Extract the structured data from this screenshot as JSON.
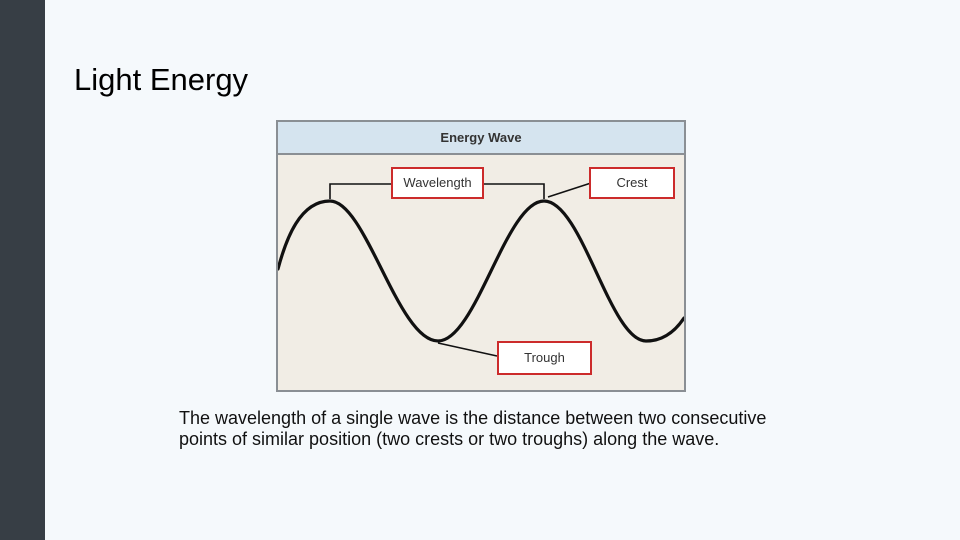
{
  "slide": {
    "title": "Light Energy",
    "caption": "The wavelength of a single wave is the distance between two consecutive points of similar position (two crests or two troughs) along the wave."
  },
  "diagram": {
    "header": "Energy Wave",
    "labels": {
      "wavelength": "Wavelength",
      "crest": "Crest",
      "trough": "Trough"
    },
    "colors": {
      "accent": "#cc2b2b",
      "header_bg": "#d5e4ef",
      "panel_bg": "#f1ede5",
      "sidebar": "#373e45"
    }
  }
}
